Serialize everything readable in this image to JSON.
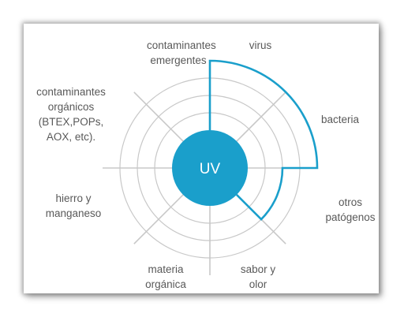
{
  "center": {
    "label": "UV",
    "color": "#1a9fcb"
  },
  "categories": [
    {
      "key": "virus",
      "label": "virus",
      "value": 3,
      "rotation_deg": 0
    },
    {
      "key": "bacteria",
      "label": "bacteria",
      "value": 3,
      "rotation_deg": 45
    },
    {
      "key": "otros-patogenos",
      "label": "otros patógenos",
      "value": 2,
      "rotation_deg": 90
    },
    {
      "key": "sabor-olor",
      "label": "sabor y olor",
      "value": 0,
      "rotation_deg": 135
    },
    {
      "key": "materia-organica",
      "label": "materia orgánica",
      "value": 0,
      "rotation_deg": 180
    },
    {
      "key": "hierro-manganeso",
      "label": "hierro y manganeso",
      "value": 0,
      "rotation_deg": 225
    },
    {
      "key": "contaminantes-organicos",
      "label": "contaminantes orgánicos (BTEX,POPs, AOX, etc).",
      "value": 0,
      "rotation_deg": 270
    },
    {
      "key": "contaminantes-emergentes",
      "label": "contaminantes emergentes",
      "value": 0,
      "rotation_deg": 315
    }
  ],
  "rings": 3,
  "colors": {
    "grid": "#c8c8c8",
    "highlight": "#1a9fcb",
    "text": "#595959"
  }
}
